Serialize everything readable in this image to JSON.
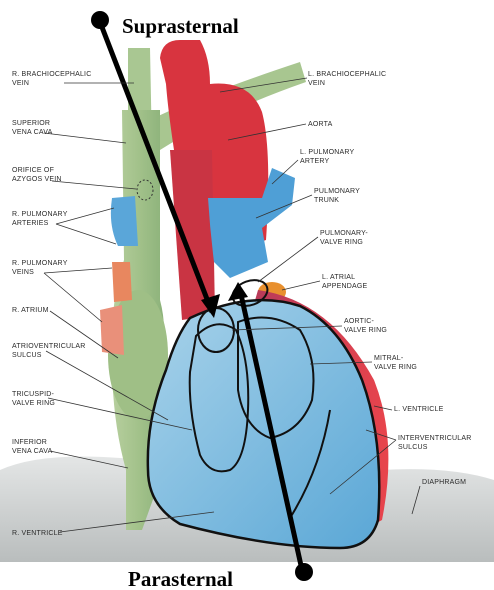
{
  "views": {
    "top": "Suprasternal",
    "bottom": "Parasternal"
  },
  "labels": {
    "r_brachiocephalic_vein": [
      "R. BRACHIOCEPHALIC",
      "VEIN"
    ],
    "superior_vena_cava": [
      "SUPERIOR",
      "VENA CAVA"
    ],
    "orifice_azygos_vein": [
      "ORIFICE OF",
      "AZYGOS VEIN"
    ],
    "r_pulmonary_arteries": [
      "R. PULMONARY",
      "ARTERIES"
    ],
    "r_pulmonary_veins": [
      "R. PULMONARY",
      "VEINS"
    ],
    "r_atrium": [
      "R. ATRIUM"
    ],
    "atrioventricular_sulcus": [
      "ATRIOVENTRICULAR",
      "SULCUS"
    ],
    "tricuspid_valve_ring": [
      "TRICUSPID-",
      "VALVE RING"
    ],
    "inferior_vena_cava": [
      "INFERIOR",
      "VENA CAVA"
    ],
    "r_ventricle": [
      "R. VENTRICLE"
    ],
    "l_brachiocephalic_vein": [
      "L. BRACHIOCEPHALIC",
      "VEIN"
    ],
    "aorta": [
      "AORTA"
    ],
    "l_pulmonary_artery": [
      "L. PULMONARY",
      "ARTERY"
    ],
    "pulmonary_trunk": [
      "PULMONARY",
      "TRUNK"
    ],
    "pulmonary_valve_ring": [
      "PULMONARY-",
      "VALVE RING"
    ],
    "l_atrial_appendage": [
      "L. ATRIAL",
      "APPENDAGE"
    ],
    "aortic_valve_ring": [
      "AORTIC-",
      "VALVE RING"
    ],
    "mitral_valve_ring": [
      "MITRAL-",
      "VALVE RING"
    ],
    "l_ventricle": [
      "L. VENTRICLE"
    ],
    "interventricular_sulcus": [
      "INTERVENTRICULAR",
      "SULCUS"
    ],
    "diaphragm": [
      "DIAPHRAGM"
    ]
  },
  "colors": {
    "vena_cava": "#9fc08a",
    "aorta": "#d8323f",
    "pulmonary": "#4f9fd6",
    "right_ventricle": "#8ec5e6",
    "left_ventricle": "#e0404a",
    "atrium_pink": "#e98c7a",
    "diaphragm": "#cfd2d2"
  }
}
